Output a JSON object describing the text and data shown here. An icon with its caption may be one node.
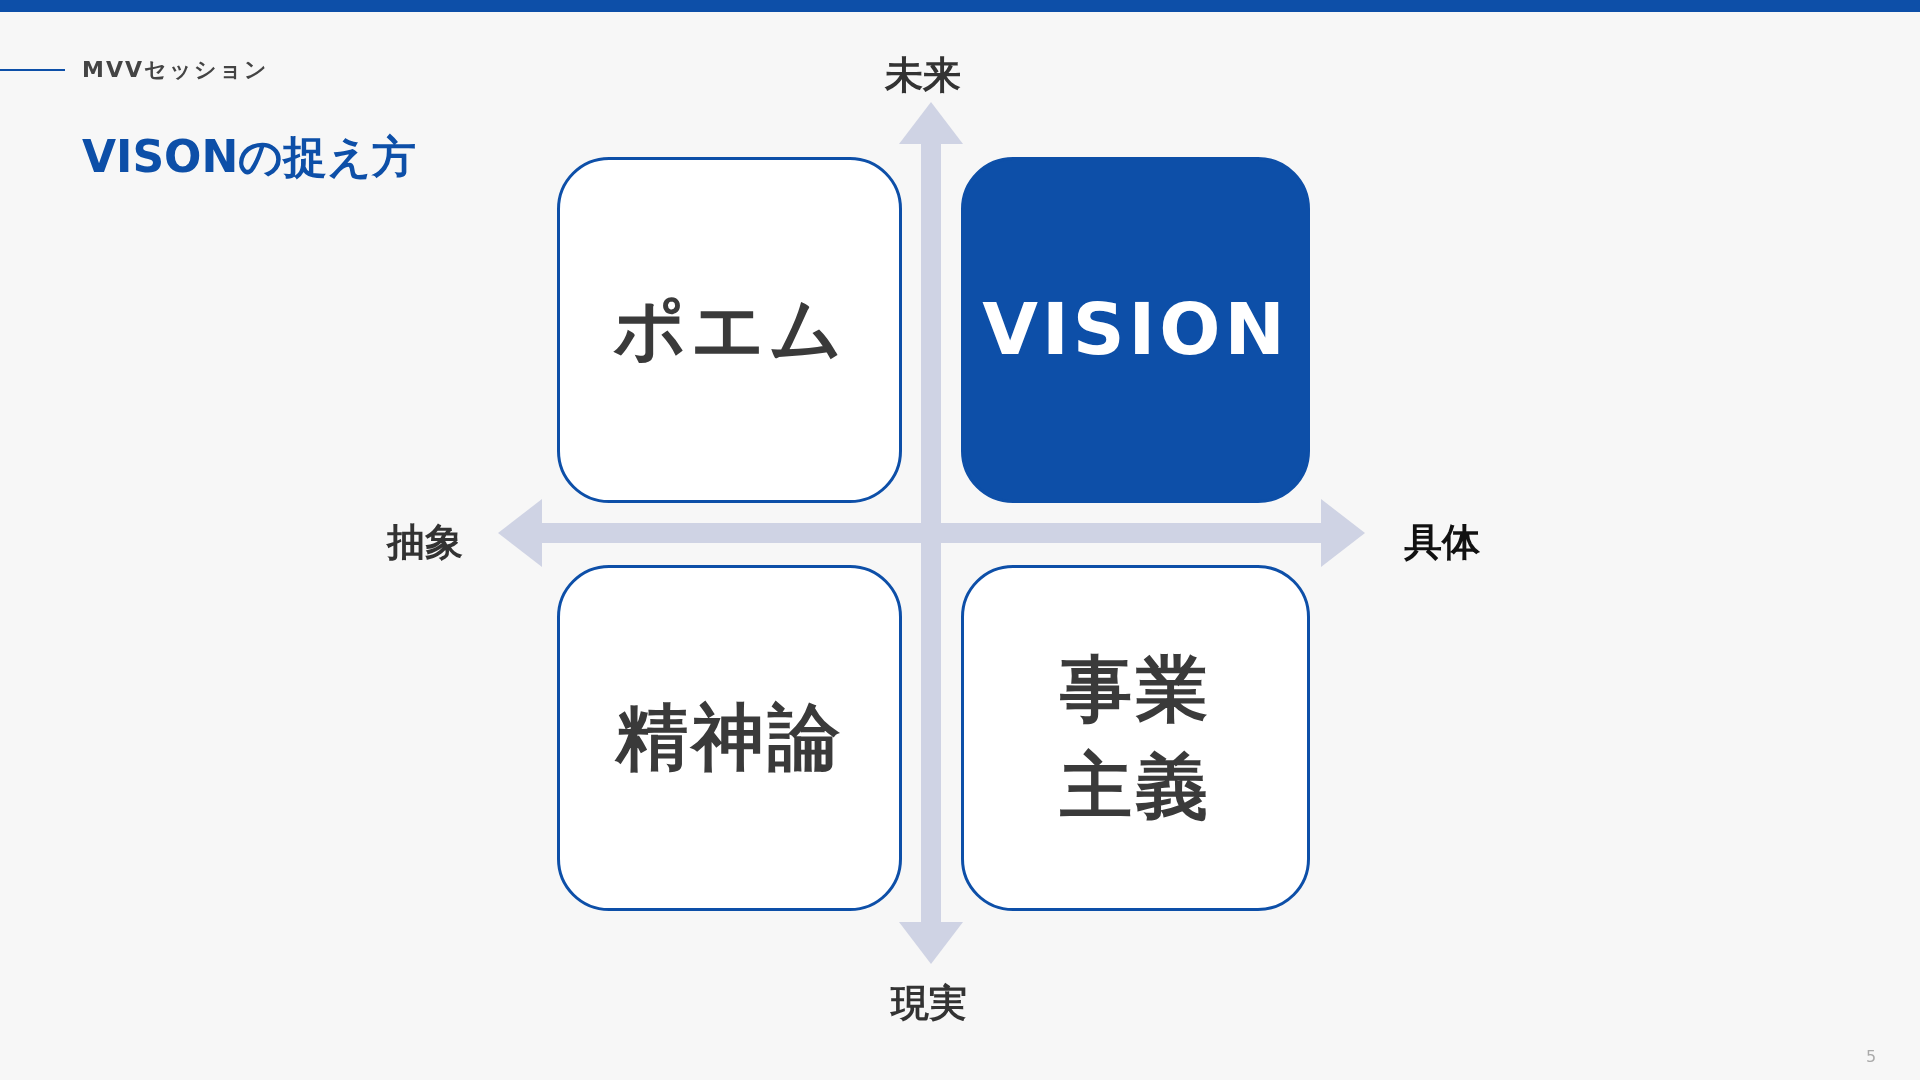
{
  "diagram": {
    "title": "VISONの捉え方",
    "nodes": [
      {
        "text": [
          "ポエム"
        ]
      },
      {
        "text": [
          "VISION"
        ]
      },
      {
        "text": [
          "精神論"
        ]
      },
      {
        "text": [
          "事業主義"
        ]
      }
    ],
    "labels": [
      "MVVセッション",
      "未来",
      "抽象",
      "具体",
      "現実",
      "5"
    ]
  }
}
